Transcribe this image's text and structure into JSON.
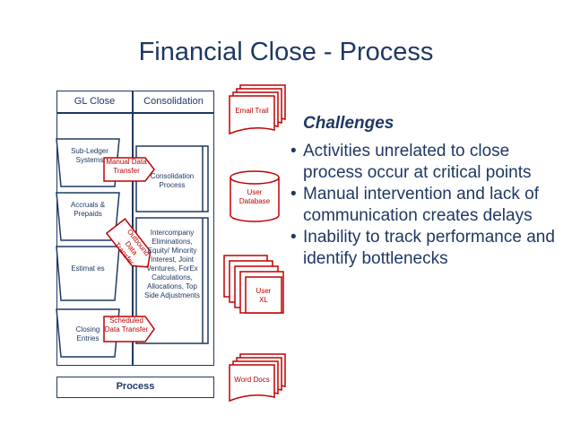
{
  "title": "Financial Close - Process",
  "gl_close_label": "GL Close",
  "consolidation_label": "Consolidation",
  "process_label": "Process",
  "gl_steps": [
    "Sub-Ledger Systems",
    "Accruals & Prepaids",
    "Estimat es",
    "Closing Entries"
  ],
  "consolidation_steps": [
    "Consolidation Process",
    "Intercompany Eliminations, Equity/ Minority Interest, Joint Ventures, ForEx Calculations, Allocations, Top Side Adjustments"
  ],
  "transfers": {
    "manual": "Manual Data Transfer",
    "outbound": "Outbound Data Transfer",
    "scheduled": "Scheduled Data Transfer"
  },
  "sources": {
    "email_trail": "Email Trail",
    "user_database": "User Database",
    "user_xl": "User XL",
    "word_docs": "Word Docs"
  },
  "challenges": {
    "heading": "Challenges",
    "items": [
      "Activities unrelated to close process occur at critical points",
      "Manual intervention and lack of communication creates delays",
      "Inability to track performance and identify bottlenecks"
    ]
  },
  "colors": {
    "navy": "#1f3864",
    "red": "#c00000"
  }
}
